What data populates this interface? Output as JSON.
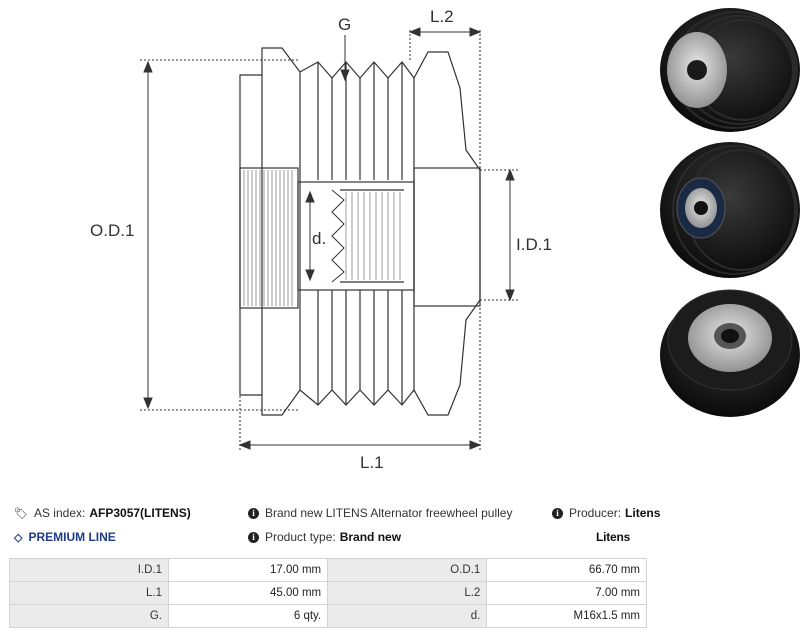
{
  "drawing": {
    "labels": {
      "g": "G",
      "l2": "L.2",
      "od1": "O.D.1",
      "d": "d.",
      "id1": "I.D.1",
      "l1": "L.1"
    }
  },
  "info": {
    "as_index_label": "AS index:",
    "as_index_value": "AFP3057(LITENS)",
    "description": "Brand new LITENS Alternator freewheel pulley",
    "producer_label": "Producer:",
    "producer_value": "Litens",
    "premium_line": "PREMIUM LINE",
    "product_type_label": "Product type:",
    "product_type_value": "Brand new",
    "brand_logo": "Litens"
  },
  "specs": [
    {
      "k1": "I.D.1",
      "v1": "17.00 mm",
      "k2": "O.D.1",
      "v2": "66.70 mm"
    },
    {
      "k1": "L.1",
      "v1": "45.00 mm",
      "k2": "L.2",
      "v2": "7.00 mm"
    },
    {
      "k1": "G.",
      "v1": "6 qty.",
      "k2": "d.",
      "v2": "M16x1.5 mm"
    }
  ],
  "colors": {
    "premium": "#1f3c88",
    "table_header_bg": "#ebebeb",
    "border": "#d4d4d4"
  }
}
